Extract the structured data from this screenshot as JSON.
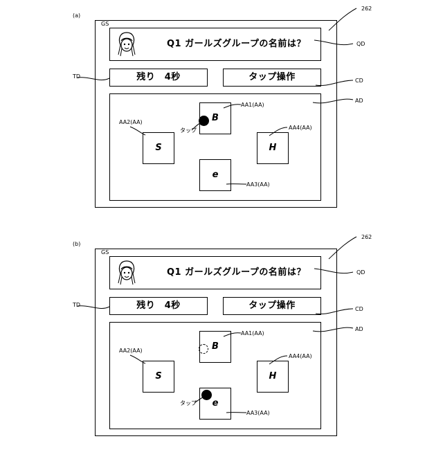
{
  "panels": [
    {
      "label": "(a)",
      "ref_device": "262",
      "screen_label": "GS",
      "question": "Q1 ガールズグループの名前は？",
      "question_ref": "QD",
      "timer": "残り　4秒",
      "timer_ref": "TD",
      "control": "タップ操作",
      "control_ref": "CD",
      "area_ref": "AD",
      "tap_label": "タップ",
      "tap_target": "AA1",
      "tiles": [
        {
          "letter": "B",
          "ref": "AA1(AA)"
        },
        {
          "letter": "S",
          "ref": "AA2(AA)"
        },
        {
          "letter": "e",
          "ref": "AA3(AA)"
        },
        {
          "letter": "H",
          "ref": "AA4(AA)"
        }
      ]
    },
    {
      "label": "(b)",
      "ref_device": "262",
      "screen_label": "GS",
      "question": "Q1 ガールズグループの名前は？",
      "question_ref": "QD",
      "timer": "残り　4秒",
      "timer_ref": "TD",
      "control": "タップ操作",
      "control_ref": "CD",
      "area_ref": "AD",
      "tap_label": "タップ",
      "tap_target": "AA3",
      "previous_tap_marker": "dashed-circle",
      "tiles": [
        {
          "letter": "B",
          "ref": "AA1(AA)"
        },
        {
          "letter": "S",
          "ref": "AA2(AA)"
        },
        {
          "letter": "e",
          "ref": "AA3(AA)"
        },
        {
          "letter": "H",
          "ref": "AA4(AA)"
        }
      ]
    }
  ],
  "icons": {
    "avatar": "girl-face-icon",
    "tap": "tap-dot-icon"
  }
}
